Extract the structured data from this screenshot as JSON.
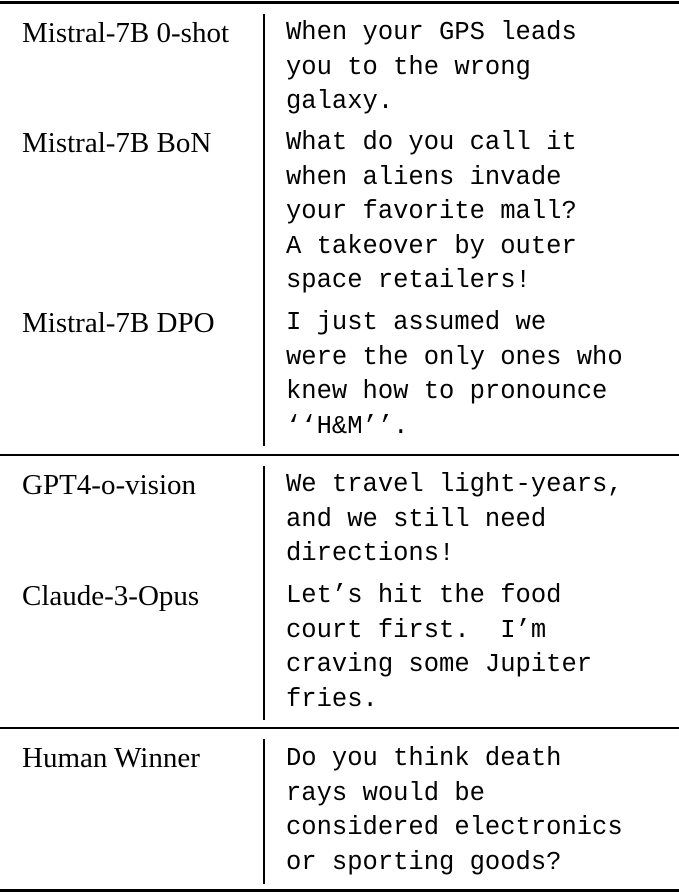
{
  "table": {
    "groups": [
      {
        "rows": [
          {
            "model": "Mistral-7B 0-shot",
            "caption_lines": [
              "When your GPS leads",
              "you to the wrong",
              "galaxy."
            ]
          },
          {
            "model": "Mistral-7B BoN",
            "caption_lines": [
              "What do you call it",
              "when aliens invade",
              "your favorite mall?",
              "A takeover by outer",
              "space retailers!"
            ]
          },
          {
            "model": "Mistral-7B DPO",
            "caption_lines": [
              "I just assumed we",
              "were the only ones who",
              "knew how to pronounce",
              "‘‘H&M’’."
            ]
          }
        ]
      },
      {
        "rows": [
          {
            "model": "GPT4-o-vision",
            "caption_lines": [
              "We travel light-years,",
              "and we still need",
              "directions!"
            ]
          },
          {
            "model": "Claude-3-Opus",
            "caption_lines": [
              "Let’s hit the food",
              "court first.  I’m",
              "craving some Jupiter",
              "fries."
            ]
          }
        ]
      },
      {
        "rows": [
          {
            "model": "Human Winner",
            "caption_lines": [
              "Do you think death",
              "rays would be",
              "considered electronics",
              "or sporting goods?"
            ]
          }
        ]
      }
    ]
  }
}
